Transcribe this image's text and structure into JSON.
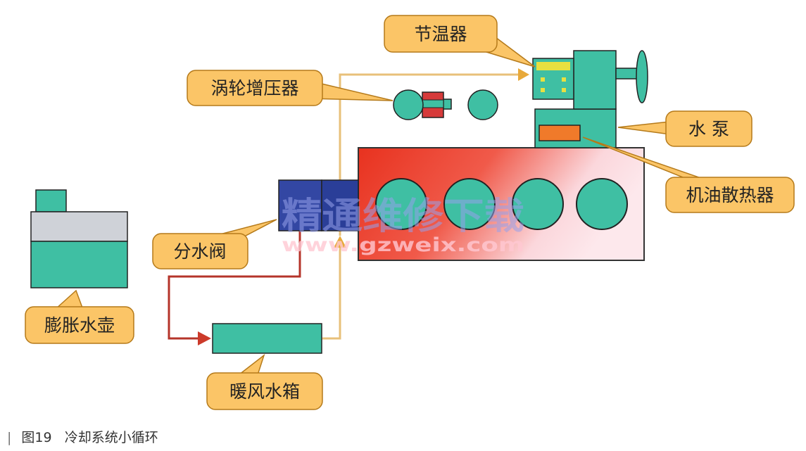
{
  "labels": {
    "thermostat": "节温器",
    "turbocharger": "涡轮增压器",
    "water_pump": "水 泵",
    "oil_cooler": "机油散热器",
    "diverter_valve": "分水阀",
    "expansion_tank": "膨胀水壶",
    "heater_core": "暖风水箱"
  },
  "watermark": {
    "title": "精通维修下载",
    "url": "www.gzweix.com"
  },
  "caption": {
    "figure": "图19",
    "title": "冷却系统小循环"
  },
  "colors": {
    "callout_fill": "#fbc567",
    "callout_stroke": "#b57a1a",
    "coolant_teal": "#3fbfa3",
    "pipe_orange": "#e8c07a",
    "pipe_red": "#b5342a",
    "valve_blue": "#3347a3",
    "block_red": "#e83a2a"
  }
}
